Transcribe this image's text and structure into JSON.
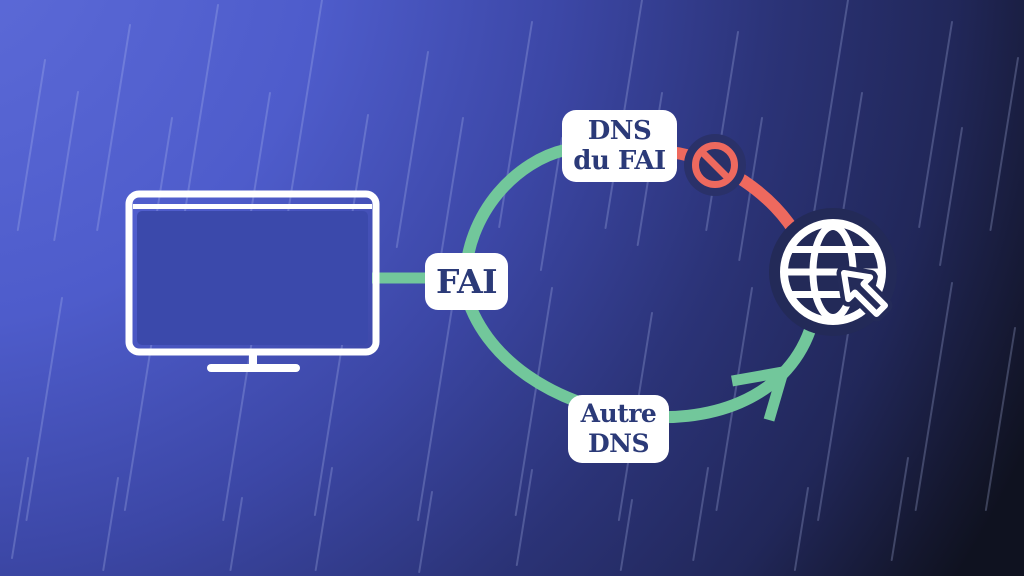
{
  "labels": {
    "isp": "FAI",
    "isp_dns_line1": "DNS",
    "isp_dns_line2": "du FAI",
    "other_dns_line1": "Autre",
    "other_dns_line2": "DNS"
  },
  "icons": {
    "computer": "monitor-icon",
    "internet": "globe-icon",
    "pointer": "cursor-icon",
    "blocked": "prohibition-icon",
    "direction": "arrowhead-icon"
  },
  "colors": {
    "path-green": "#72c79b",
    "path-red": "#ee695e",
    "label-bg": "#ffffff",
    "label-text": "#2b3a78",
    "icon-white": "#ffffff",
    "screen-fill": "#3b49ab",
    "bg-start": "#5e6cd9",
    "bg-end": "#0f1220",
    "halo-sign": "#2a3169",
    "halo-globe": "#232a58",
    "cursor-fill": "#242b59"
  }
}
